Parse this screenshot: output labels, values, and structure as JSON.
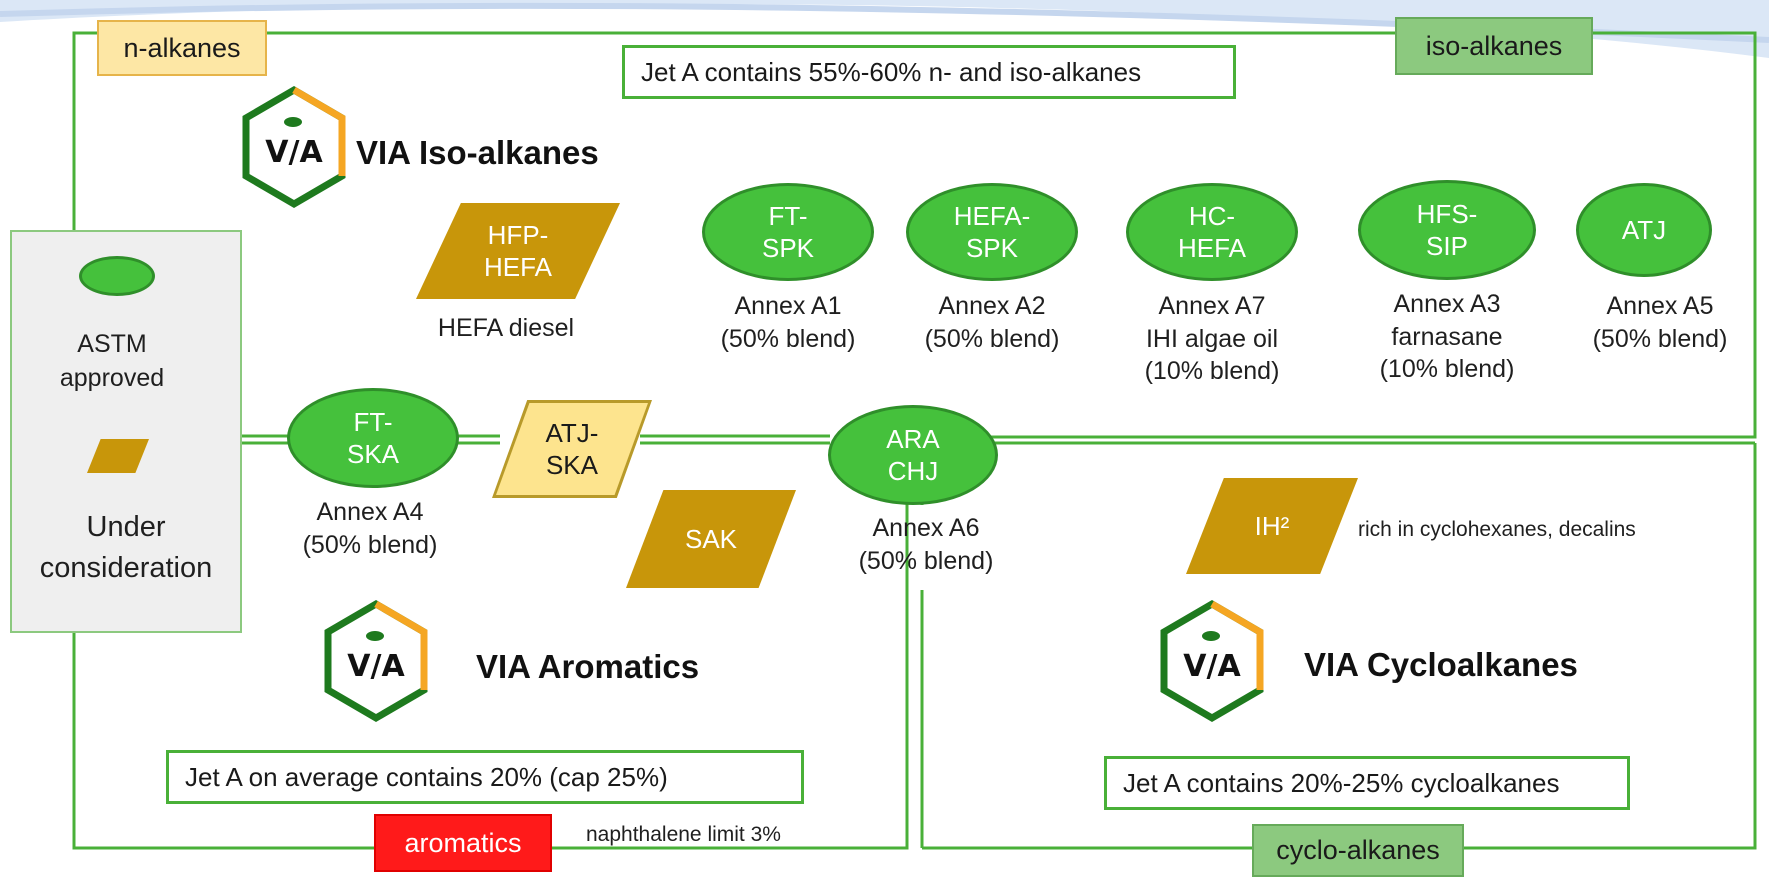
{
  "labels": {
    "n_alkanes": "n-alkanes",
    "iso_alkanes": "iso-alkanes",
    "cyclo_alkanes": "cyclo-alkanes",
    "aromatics": "aromatics"
  },
  "notes": {
    "top": "Jet A contains 55%-60% n- and iso-alkanes",
    "aromatics": "Jet A on average contains 20% (cap 25%)",
    "cyclo": "Jet A contains 20%-25% cycloalkanes",
    "naphthalene": "naphthalene limit  3%",
    "ih2_note": "rich in cyclohexanes, decalins"
  },
  "headings": {
    "iso": "VIA Iso-alkanes",
    "aromatics": "VIA Aromatics",
    "cyclo": "VIA Cycloalkanes"
  },
  "logo_text": "V/A",
  "legend": {
    "approved": "ASTM\napproved",
    "under": "Under\nconsideration"
  },
  "approved_pathways": {
    "ft_spk": {
      "label": "FT-\nSPK",
      "caption": "Annex A1\n(50% blend)"
    },
    "hefa_spk": {
      "label": "HEFA-\nSPK",
      "caption": "Annex A2\n(50% blend)"
    },
    "hc_hefa": {
      "label": "HC-\nHEFA",
      "caption": "Annex A7\nIHI algae oil\n(10% blend)"
    },
    "hfs_sip": {
      "label": "HFS-\nSIP",
      "caption": "Annex A3\nfarnasane\n(10% blend)"
    },
    "atj": {
      "label": "ATJ",
      "caption": "Annex A5\n(50% blend)"
    },
    "ft_ska": {
      "label": "FT-\nSKA",
      "caption": "Annex A4\n(50% blend)"
    },
    "ara_chj": {
      "label": "ARA\nCHJ",
      "caption": "Annex A6\n(50% blend)"
    }
  },
  "candidate_pathways": {
    "hfp_hefa": {
      "label": "HFP-\nHEFA",
      "caption": "HEFA diesel"
    },
    "atj_ska": {
      "label": "ATJ-\nSKA"
    },
    "sak": {
      "label": "SAK"
    },
    "ih2": {
      "label": "IH²"
    }
  },
  "colors": {
    "approved_green": "#45c13c",
    "frame_green": "#49b038",
    "candidate_gold": "#c8960a",
    "candidate_light": "#fde48e",
    "aromatics_red": "#ff1a1a",
    "logo_green": "#1e7a1e",
    "logo_orange": "#f5a623"
  }
}
